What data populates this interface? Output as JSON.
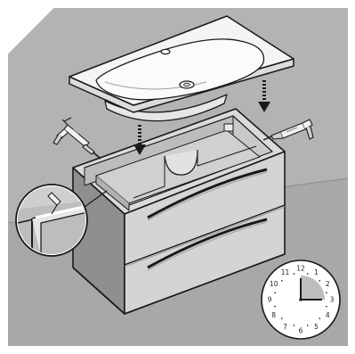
{
  "illustration": {
    "background_color": "#b3b3b3",
    "wall_band_color": "#a6a6a6",
    "cabinet_color": "#d7d7d7",
    "cabinet_dark": "#9a9a9a",
    "basin_color": "#f4f4f4",
    "line_color": "#1a1a1a"
  },
  "clock": {
    "numbers": [
      "12",
      "1",
      "2",
      "3",
      "4",
      "5",
      "6",
      "7",
      "8",
      "9",
      "10",
      "11"
    ],
    "shaded_color": "#bdbdbd",
    "shaded_fraction_of_hour": 0.25
  },
  "icons": [
    "sealant-gun-icon",
    "sealant-gun-icon",
    "down-arrow-icon",
    "down-arrow-icon",
    "magnifier-detail-icon",
    "clock-icon"
  ]
}
